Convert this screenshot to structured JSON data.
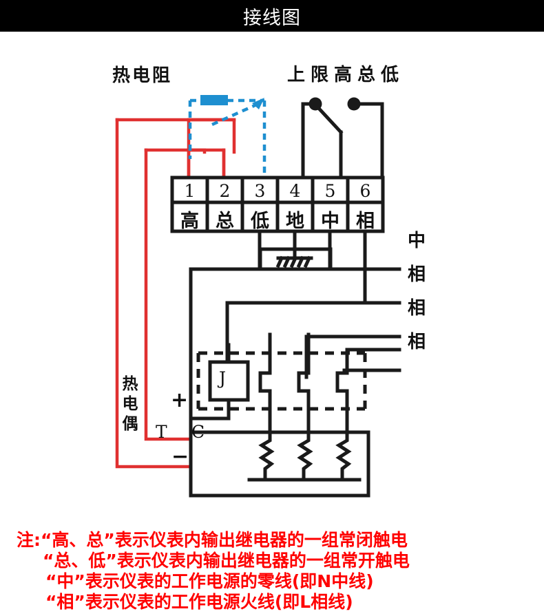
{
  "header": {
    "title": "接线图"
  },
  "diagram": {
    "rtd_label": "热电阻",
    "limit_label": "上限高总低",
    "thermocouple_label": "热电偶",
    "relay_label": "J",
    "polarity_plus": "+",
    "polarity_minus": "−",
    "probe_t": "T",
    "probe_c": "C",
    "terminals": [
      {
        "number": "1",
        "name": "高"
      },
      {
        "number": "2",
        "name": "总"
      },
      {
        "number": "3",
        "name": "低"
      },
      {
        "number": "4",
        "name": "地"
      },
      {
        "number": "5",
        "name": "中"
      },
      {
        "number": "6",
        "name": "相"
      }
    ],
    "right_labels": [
      "中",
      "相",
      "相",
      "相"
    ],
    "colors": {
      "wire_black": "#1a1a1a",
      "wire_red": "#e03030",
      "wire_blue": "#1e8fd0",
      "title_bg": "#000000",
      "note_red": "#ff0000"
    }
  },
  "notes": {
    "lines": [
      "注:“高、总”表示仪表内输出继电器的一组常闭触电",
      "“总、低”表示仪表内输出继电器的一组常开触电",
      "“中”表示仪表的工作电源的零线(即N中线)",
      "“相”表示仪表的工作电源火线(即L相线)"
    ]
  }
}
